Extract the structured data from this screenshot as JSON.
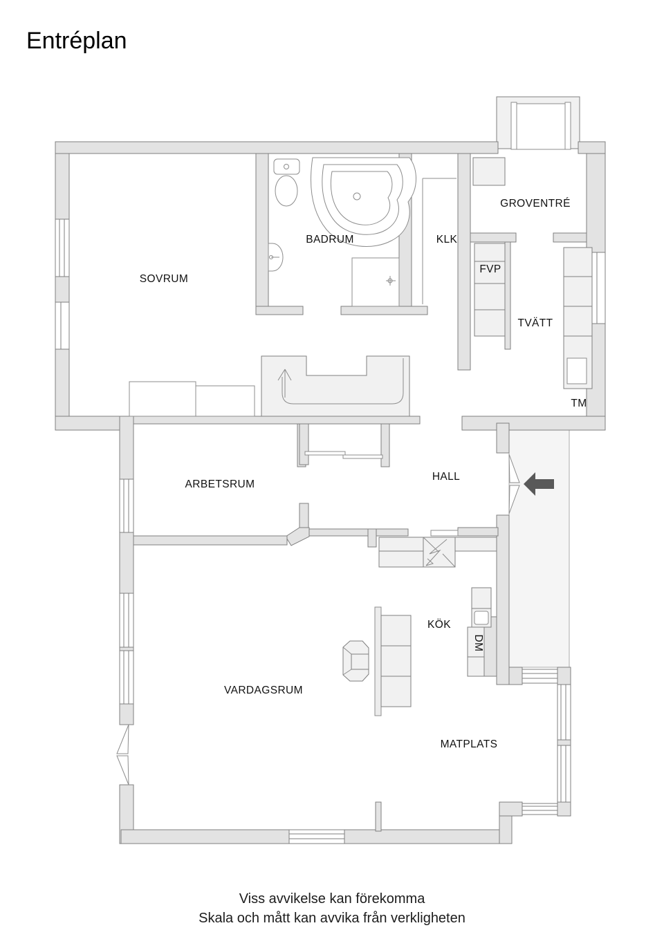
{
  "title": "Entréplan",
  "rooms": {
    "sovrum": "SOVRUM",
    "badrum": "BADRUM",
    "klk": "KLK",
    "groventre": "GROVENTRÉ",
    "fvp": "FVP",
    "tvatt": "TVÄTT",
    "tm": "TM",
    "hall": "HALL",
    "arbetsrum": "ARBETSRUM",
    "kok": "KÖK",
    "dm": "DM",
    "vardagsrum": "VARDAGSRUM",
    "matplats": "MATPLATS"
  },
  "footer": {
    "line1": "Viss avvikelse kan förekomma",
    "line2": "Skala och mått kan avvika från verkligheten"
  },
  "colors": {
    "background": "#ffffff",
    "wall_fill": "#e3e3e3",
    "wall_stroke": "#7f7f7f",
    "interior_line": "#8c8c8c",
    "stair_fill": "#f1f1f1",
    "porch_fill": "#f5f5f5",
    "fixture_fill": "#ffffff",
    "fixture_gray": "#ececec",
    "arrow_color": "#595959",
    "text_color": "#111111"
  }
}
